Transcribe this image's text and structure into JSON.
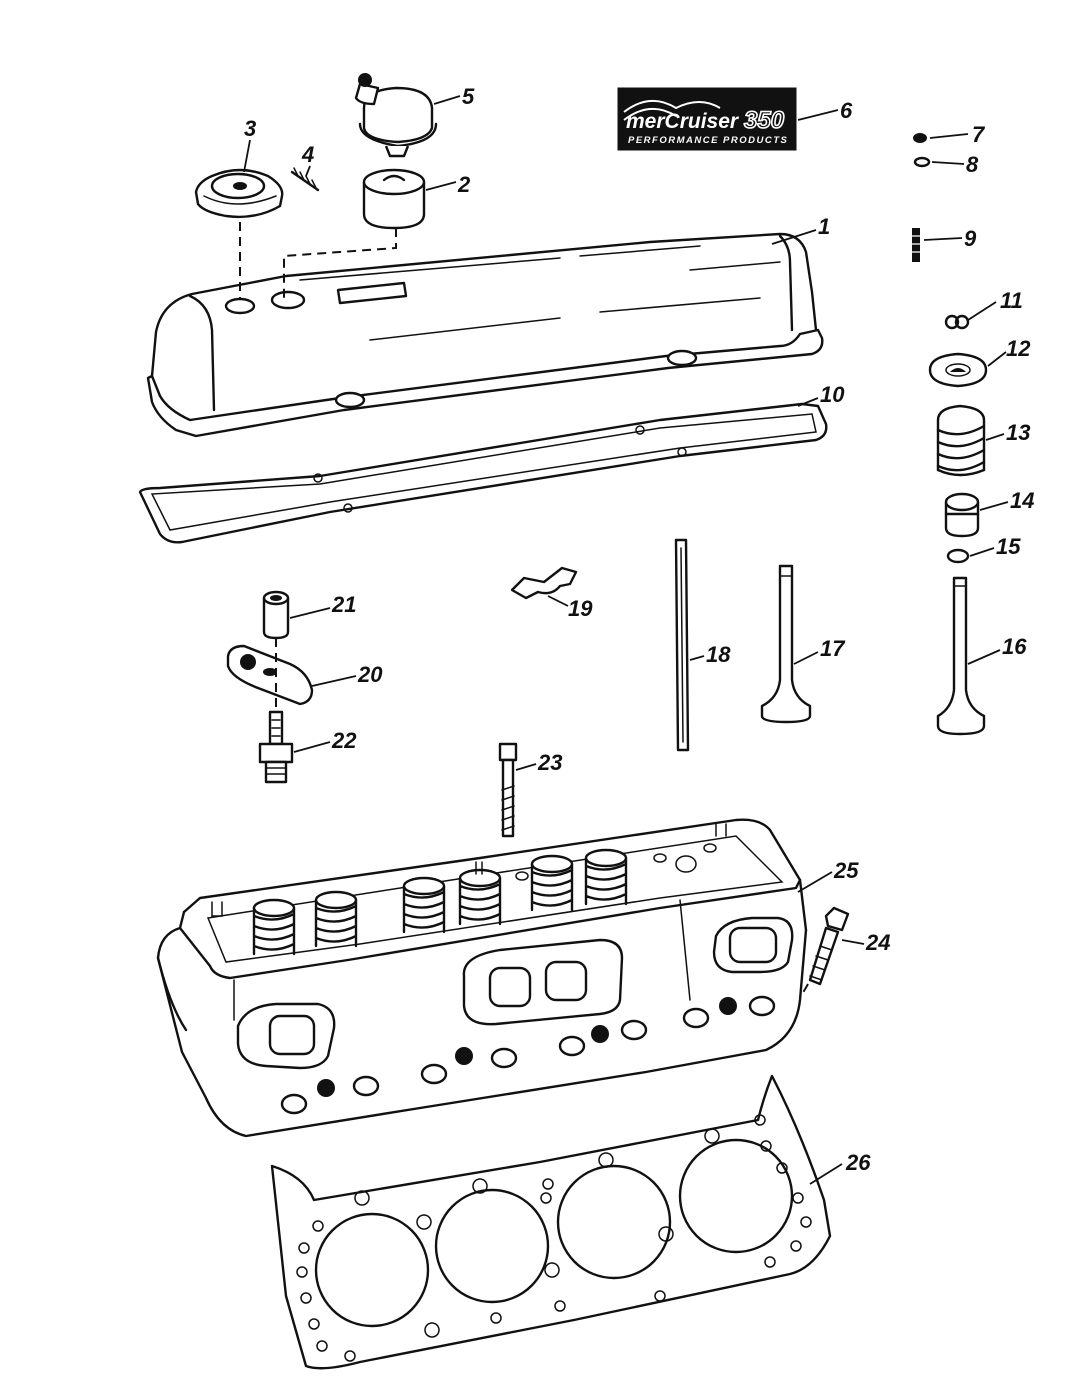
{
  "diagram": {
    "brand": {
      "logo_text": "merCruiser",
      "logo_number": "350",
      "logo_subtext": "PERFORMANCE PRODUCTS"
    },
    "callouts": [
      {
        "id": "1",
        "part": "valve-cover"
      },
      {
        "id": "2",
        "part": "grommet"
      },
      {
        "id": "3",
        "part": "oil-filler-cap"
      },
      {
        "id": "4",
        "part": "hose-fitting"
      },
      {
        "id": "5",
        "part": "breather"
      },
      {
        "id": "6",
        "part": "decal"
      },
      {
        "id": "7",
        "part": "nut"
      },
      {
        "id": "8",
        "part": "washer"
      },
      {
        "id": "9",
        "part": "stud"
      },
      {
        "id": "10",
        "part": "valve-cover-gasket"
      },
      {
        "id": "11",
        "part": "valve-keeper"
      },
      {
        "id": "12",
        "part": "spring-retainer"
      },
      {
        "id": "13",
        "part": "valve-spring"
      },
      {
        "id": "14",
        "part": "valve-seal"
      },
      {
        "id": "15",
        "part": "o-ring-seal"
      },
      {
        "id": "16",
        "part": "intake-valve"
      },
      {
        "id": "17",
        "part": "exhaust-valve"
      },
      {
        "id": "18",
        "part": "push-rod"
      },
      {
        "id": "19",
        "part": "push-rod-guide"
      },
      {
        "id": "20",
        "part": "rocker-arm"
      },
      {
        "id": "21",
        "part": "rocker-arm-nut"
      },
      {
        "id": "22",
        "part": "rocker-arm-stud"
      },
      {
        "id": "23",
        "part": "head-bolt-long"
      },
      {
        "id": "24",
        "part": "head-bolt-short"
      },
      {
        "id": "25",
        "part": "cylinder-head"
      },
      {
        "id": "26",
        "part": "head-gasket"
      }
    ]
  }
}
